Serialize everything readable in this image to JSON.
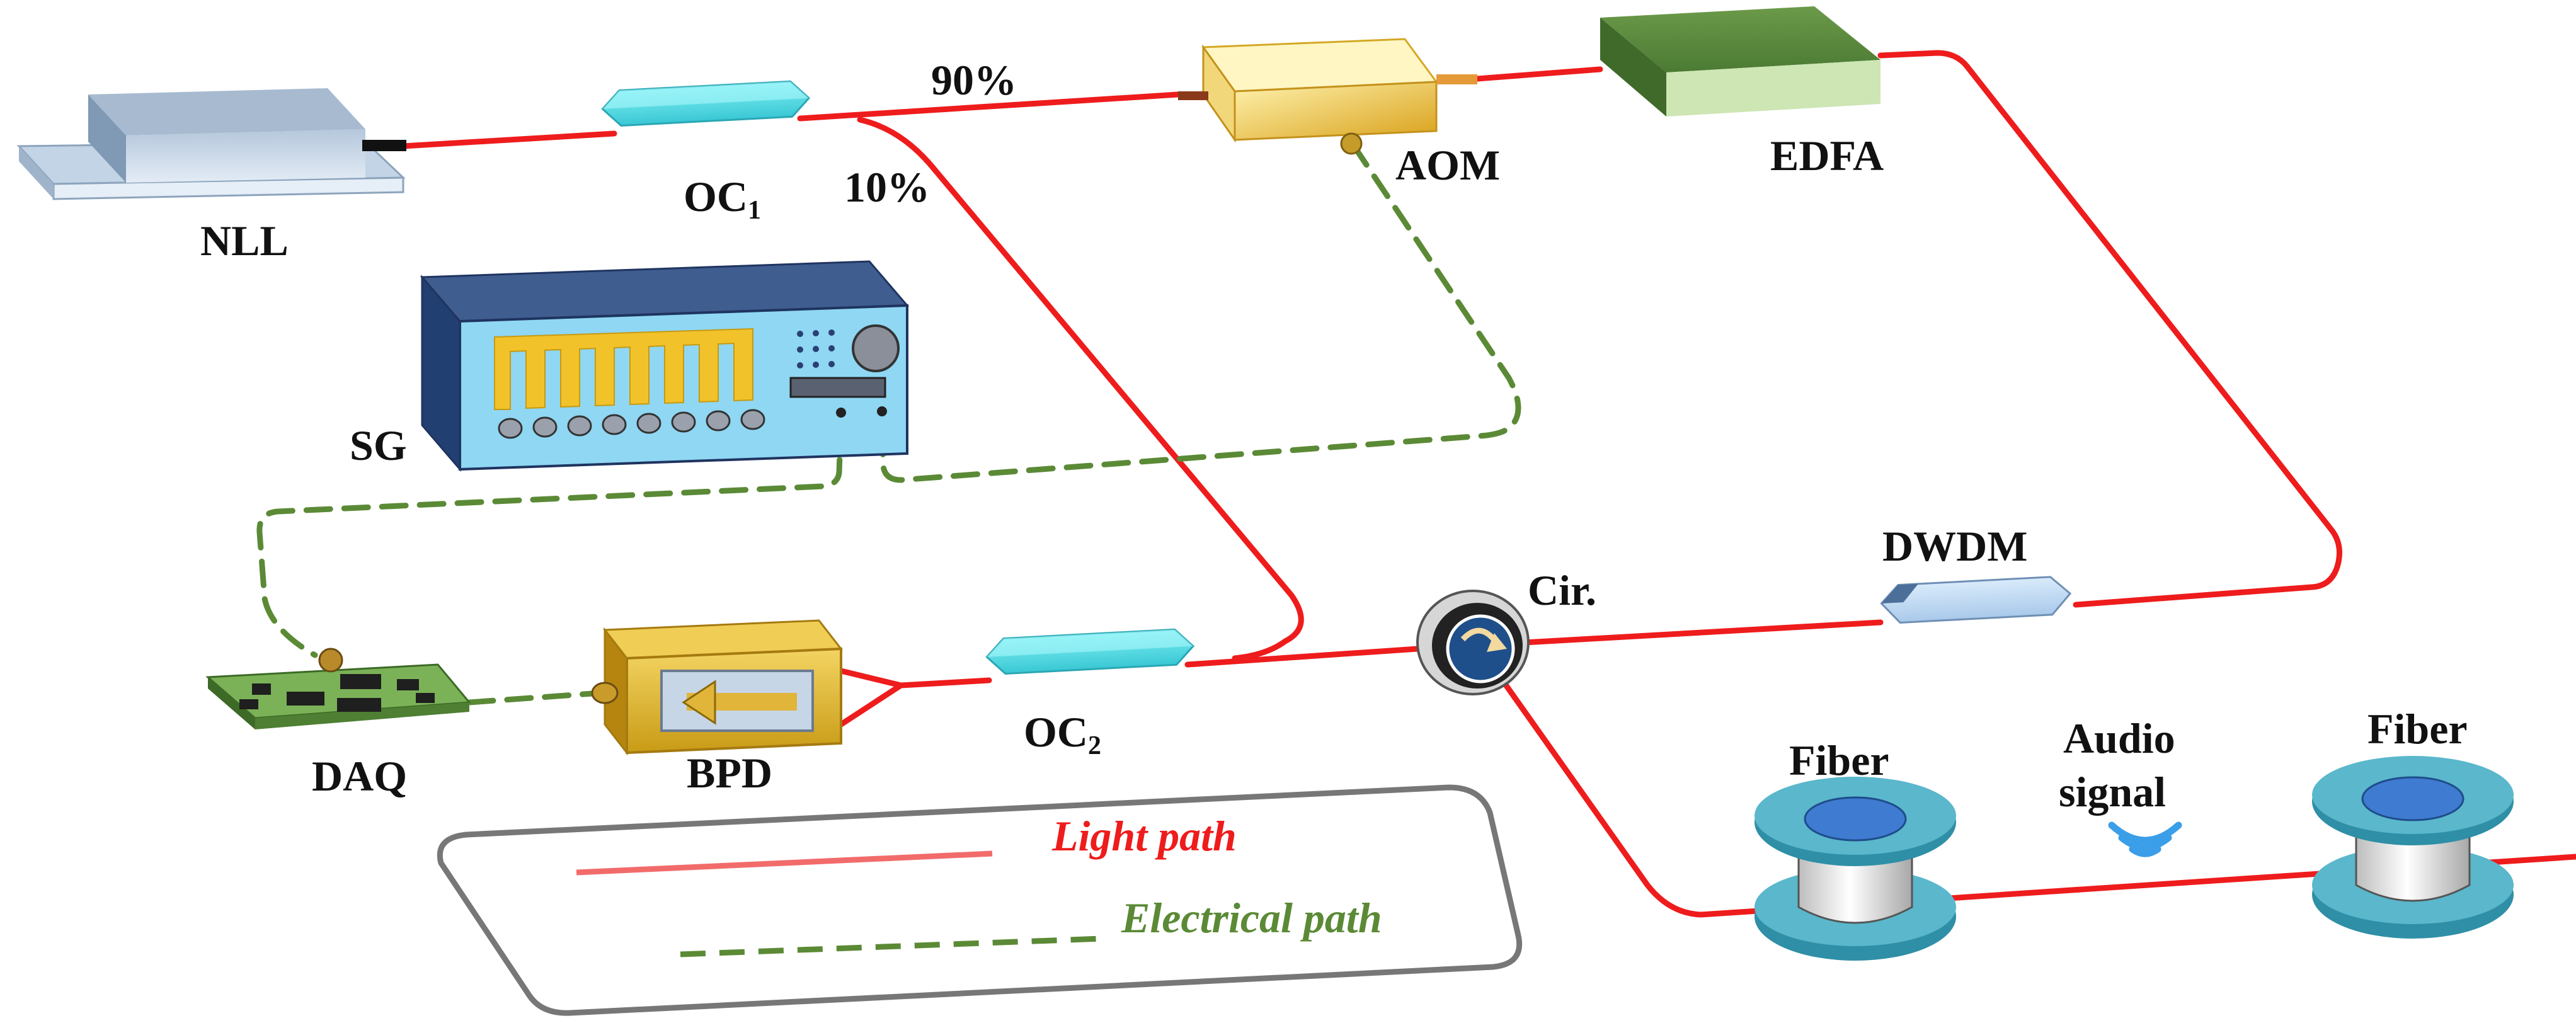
{
  "components": {
    "nll": "NLL",
    "oc1": "OC",
    "oc1_sub": "1",
    "oc2": "OC",
    "oc2_sub": "2",
    "aom": "AOM",
    "edfa": "EDFA",
    "sg": "SG",
    "daq": "DAQ",
    "bpd": "BPD",
    "circulator": "Cir.",
    "dwdm": "DWDM",
    "fiber_left": "Fiber",
    "fiber_right": "Fiber",
    "audio_line1": "Audio",
    "audio_line2": "signal"
  },
  "split_ratios": {
    "upper": "90%",
    "lower": "10%"
  },
  "legend": {
    "light_path": "Light path",
    "electrical_path": "Electrical path"
  },
  "colors": {
    "light_path": "#ee1c1c",
    "electrical_path": "#5b8a36"
  },
  "icons": [
    "laser-box-icon",
    "coupler-icon",
    "aom-icon",
    "amplifier-icon",
    "signal-generator-icon",
    "daq-board-icon",
    "photodetector-icon",
    "circulator-icon",
    "wdm-icon",
    "fiber-spool-icon",
    "audio-waves-icon"
  ]
}
